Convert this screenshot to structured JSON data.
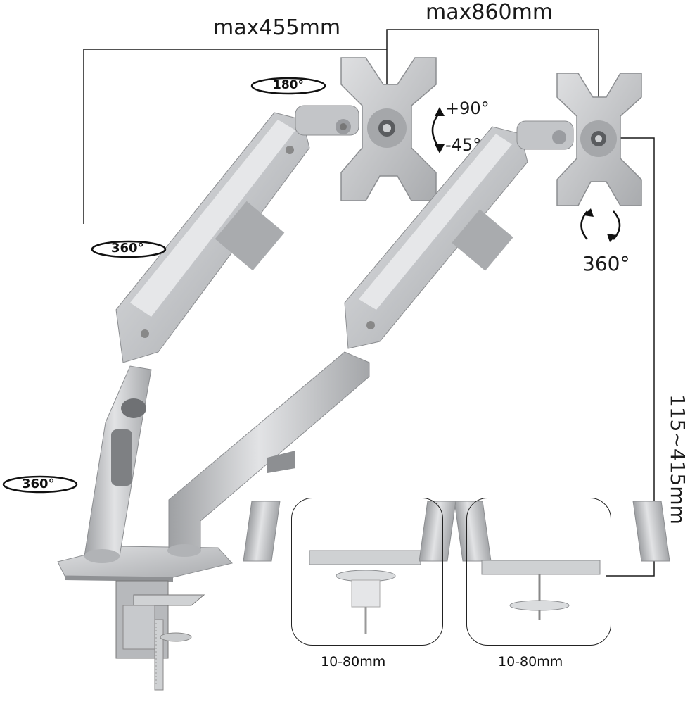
{
  "dimensions": {
    "arm_reach": "max455mm",
    "span": "max860mm",
    "height_range": "115~415mm"
  },
  "rotations": {
    "head_swivel": "180°",
    "arm_joint": "360°",
    "base_joint": "360°",
    "tilt_up": "+90°",
    "tilt_down": "-45°",
    "panel_rotation": "360°"
  },
  "mount_options": [
    {
      "type": "clamp",
      "range": "10-80mm"
    },
    {
      "type": "grommet",
      "range": "10-80mm"
    }
  ],
  "colors": {
    "arm": "#c9cacc",
    "arm_dark": "#9c9ea1",
    "metal": "#d8d9db",
    "line": "#1a1a1a"
  }
}
